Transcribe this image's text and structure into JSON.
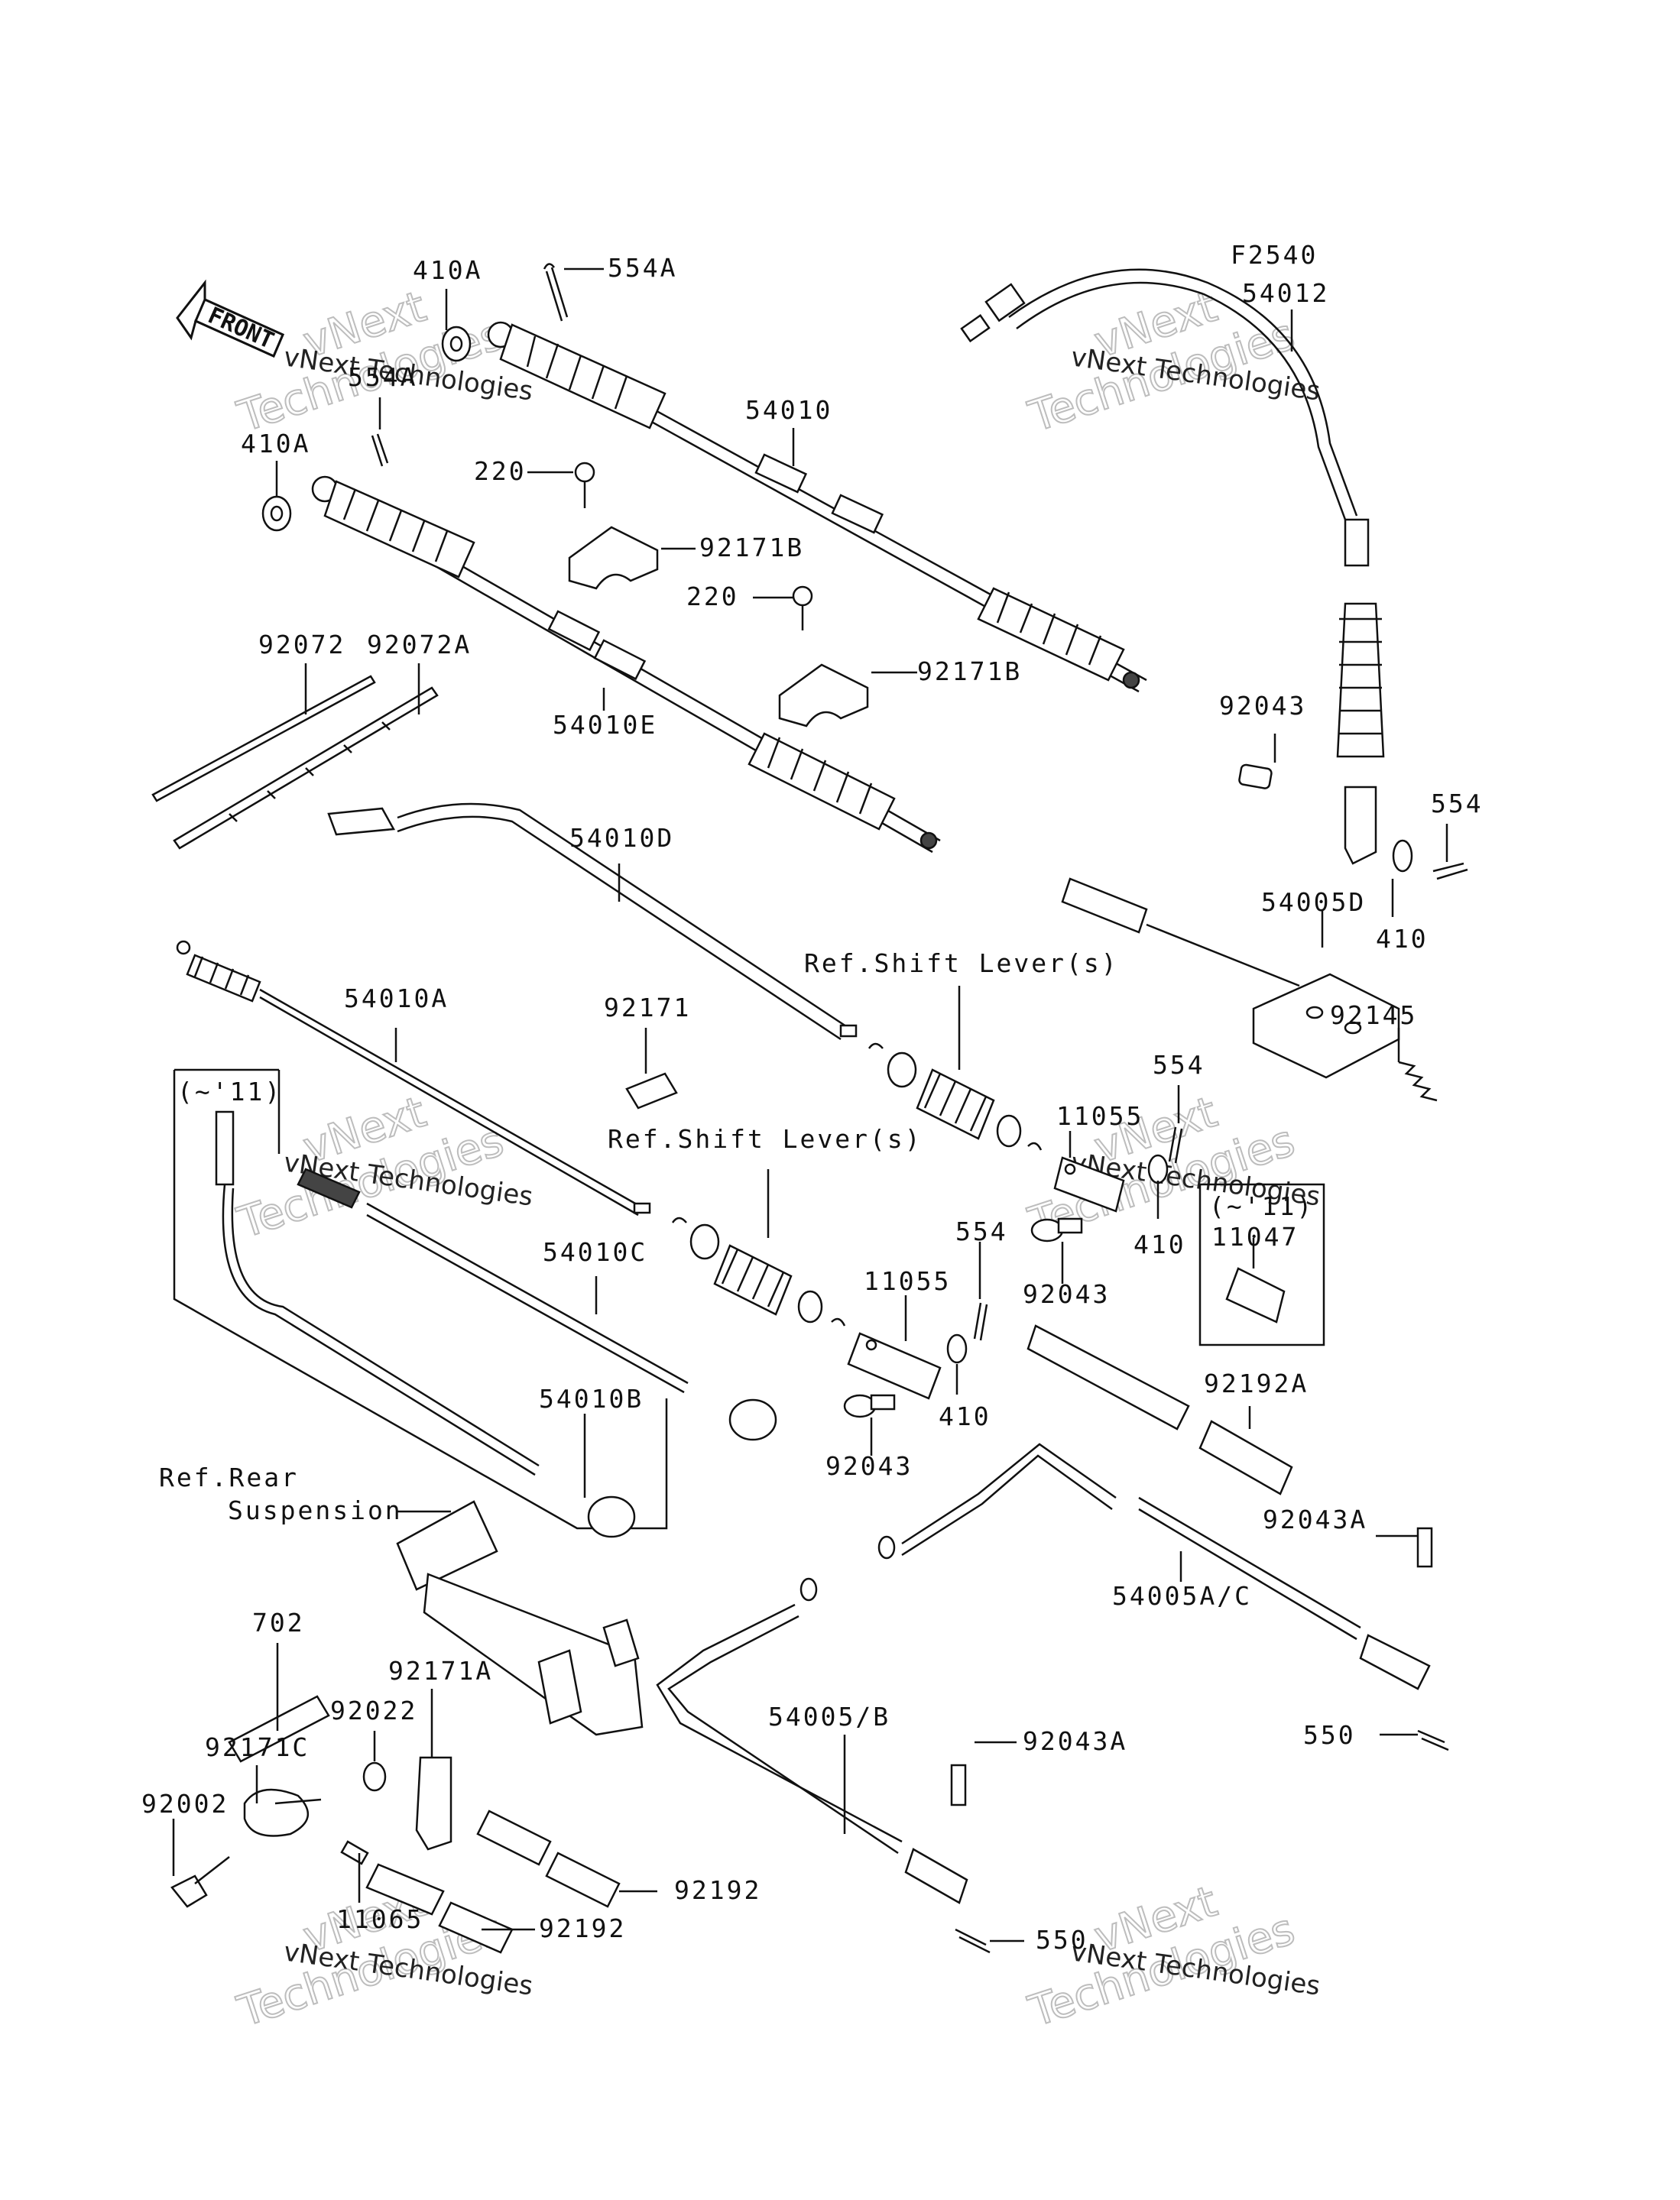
{
  "figure_code": "F2540",
  "front_label": "FRONT",
  "watermark": {
    "line1": "vNext Technologies",
    "line2": "vNext",
    "line3": "Technologies"
  },
  "labels": {
    "l_410a_top": "410A",
    "l_554a_top": "554A",
    "l_554a_mid": "554A",
    "l_410a_mid": "410A",
    "l_54010": "54010",
    "l_54012": "54012",
    "l_220_a": "220",
    "l_92171b_a": "92171B",
    "l_220_b": "220",
    "l_92171b_b": "92171B",
    "l_92072": "92072",
    "l_92072a": "92072A",
    "l_54010e": "54010E",
    "l_92043_tr": "92043",
    "l_554_tr": "554",
    "l_410_tr": "410",
    "l_54010d": "54010D",
    "l_54005d": "54005D",
    "l_ref_shift_1": "Ref.Shift Lever(s)",
    "l_92145": "92145",
    "l_54010a": "54010A",
    "l_92171": "92171",
    "l_nil11_left": "(~'11)",
    "l_554_mid": "554",
    "l_11055_a": "11055",
    "l_ref_shift_2": "Ref.Shift Lever(s)",
    "l_nil11_right": "(~'11)",
    "l_11047": "11047",
    "l_410_mid": "410",
    "l_92043_mid": "92043",
    "l_54010c": "54010C",
    "l_554_low": "554",
    "l_11055_b": "11055",
    "l_92192a": "92192A",
    "l_410_low": "410",
    "l_54010b": "54010B",
    "l_92043_low": "92043",
    "l_ref_rear_1": "Ref.Rear",
    "l_ref_rear_2": "Suspension",
    "l_92043a_r": "92043A",
    "l_54005ac": "54005A/C",
    "l_702": "702",
    "l_92171a": "92171A",
    "l_92022": "92022",
    "l_92171c": "92171C",
    "l_550_r": "550",
    "l_54005b": "54005/B",
    "l_92043a_b": "92043A",
    "l_92002": "92002",
    "l_92192_a": "92192",
    "l_92192_b": "92192",
    "l_11065": "11065",
    "l_550_b": "550"
  }
}
